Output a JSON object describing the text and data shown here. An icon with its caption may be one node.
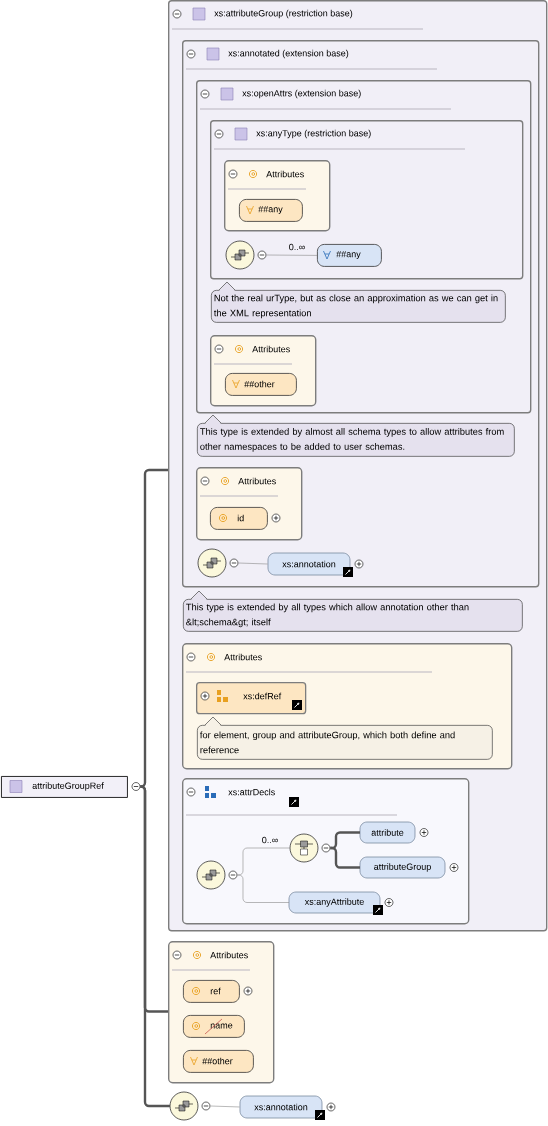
{
  "diagram": {
    "nodes": [
      {
        "text": [
          "attributeGroupRef"
        ]
      },
      {
        "text": [
          "xs:attributeGroup (restriction base)"
        ]
      },
      {
        "text": [
          "xs:annotated (extension base)"
        ],
        "in": 1
      },
      {
        "text": [
          "xs:openAttrs (extension base)"
        ],
        "in": 2
      },
      {
        "text": [
          "xs:anyType (restriction base)"
        ],
        "in": 3
      },
      {
        "text": [
          "Attributes"
        ],
        "in": 4
      },
      {
        "text": [
          "##any"
        ],
        "in": 5
      },
      {
        "text": [],
        "shape": "circle",
        "in": 4
      },
      {
        "text": [
          "##any"
        ],
        "in": 4
      },
      {
        "text": [
          "Not the real urType, but as close an approximation as we can get in the XML representation"
        ],
        "in": 3
      },
      {
        "text": [
          "Attributes"
        ],
        "in": 3
      },
      {
        "text": [
          "##other"
        ],
        "in": 10
      },
      {
        "text": [
          "This type is extended by almost all schema types to allow attributes from other namespaces to be added to user schemas."
        ],
        "in": 2
      },
      {
        "text": [
          "Attributes"
        ],
        "in": 2
      },
      {
        "text": [
          "id"
        ],
        "in": 13
      },
      {
        "text": [],
        "shape": "circle",
        "in": 2
      },
      {
        "text": [
          "xs:annotation"
        ],
        "in": 2
      },
      {
        "text": [
          "This type is extended by all types which allow annotation other than &lt;schema&gt; itself"
        ],
        "in": 1
      },
      {
        "text": [
          "Attributes"
        ],
        "in": 1
      },
      {
        "text": [
          "xs:defRef"
        ],
        "in": 18
      },
      {
        "text": [
          "for element, group and attributeGroup, which both define and reference"
        ],
        "in": 18
      },
      {
        "text": [
          "xs:attrDecls"
        ],
        "in": 1
      },
      {
        "text": [],
        "shape": "circle",
        "in": 21
      },
      {
        "text": [],
        "shape": "circle",
        "in": 21
      },
      {
        "text": [
          "attribute"
        ],
        "in": 21
      },
      {
        "text": [
          "attributeGroup"
        ],
        "in": 21
      },
      {
        "text": [
          "xs:anyAttribute"
        ],
        "in": 21
      },
      {
        "text": [
          "Attributes"
        ]
      },
      {
        "text": [
          "ref"
        ],
        "in": 27
      },
      {
        "text": [
          "name"
        ],
        "in": 27
      },
      {
        "text": [
          "##other"
        ],
        "in": 27
      },
      {
        "text": [],
        "shape": "circle"
      },
      {
        "text": [
          "xs:annotation"
        ]
      }
    ],
    "edges": [
      {
        "from": 0,
        "to": 1,
        "arrow": "none",
        "style": "thick"
      },
      {
        "from": 0,
        "to": 27,
        "arrow": "none",
        "style": "thick"
      },
      {
        "from": 0,
        "to": 31,
        "arrow": "none",
        "style": "thick"
      },
      {
        "from": 7,
        "to": 8,
        "arrow": "none",
        "label": "0..∞"
      },
      {
        "from": 15,
        "to": 16,
        "arrow": "none"
      },
      {
        "from": 22,
        "to": 23,
        "arrow": "none",
        "label": "0..∞"
      },
      {
        "from": 22,
        "to": 26,
        "arrow": "none"
      },
      {
        "from": 23,
        "to": 24,
        "arrow": "none",
        "style": "thick"
      },
      {
        "from": 23,
        "to": 25,
        "arrow": "none",
        "style": "thick"
      },
      {
        "from": 31,
        "to": 32,
        "arrow": "none"
      }
    ]
  }
}
